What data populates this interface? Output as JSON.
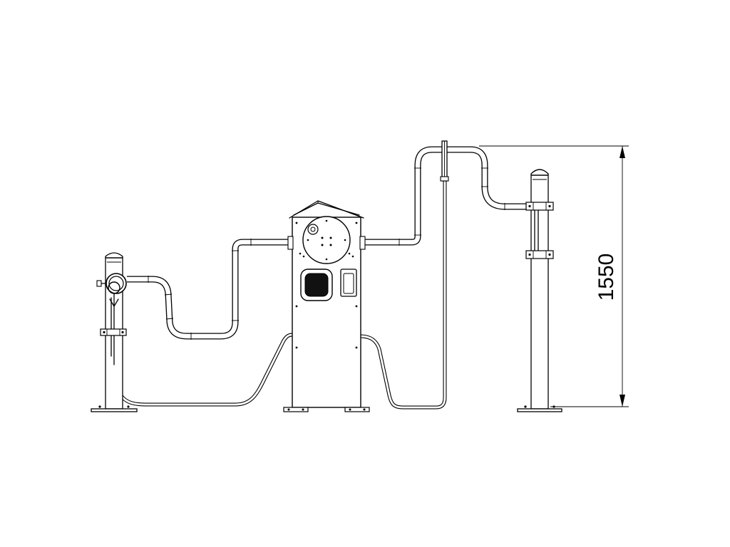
{
  "drawing": {
    "dimension": {
      "value": "1550"
    },
    "components": [
      {
        "name": "left-post"
      },
      {
        "name": "center-cabinet"
      },
      {
        "name": "right-post"
      },
      {
        "name": "rigid-pipe"
      },
      {
        "name": "flexible-hose"
      }
    ],
    "colors": {
      "line": "#000000",
      "background": "#ffffff"
    }
  }
}
